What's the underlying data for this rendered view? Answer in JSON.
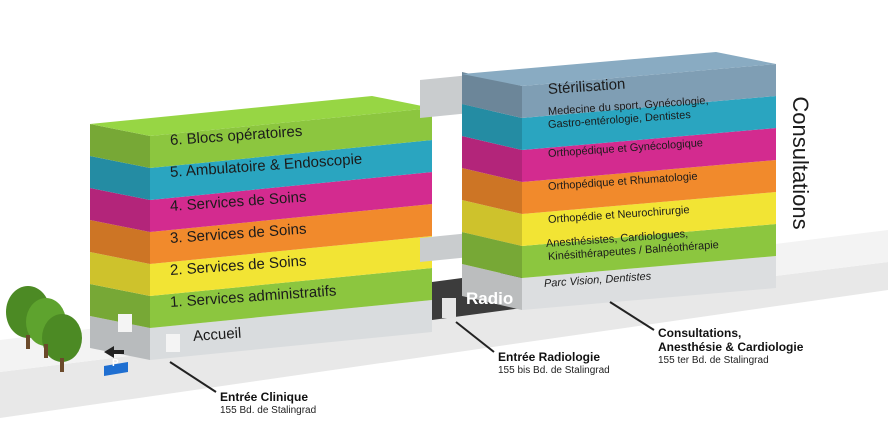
{
  "left_building": {
    "floors": [
      {
        "label": "Accueil",
        "color": "#d9dcde"
      },
      {
        "label": "1.  Services administratifs",
        "color": "#8cc63f"
      },
      {
        "label": "2.  Services de Soins",
        "color": "#f2e434"
      },
      {
        "label": "3.  Services de Soins",
        "color": "#f18a2c"
      },
      {
        "label": "4. Services de Soins",
        "color": "#d32b8f"
      },
      {
        "label": "5.  Ambulatoire  &  Endoscopie",
        "color": "#2aa5c0"
      },
      {
        "label": "6.  Blocs opératoires",
        "color": "#8cc63f"
      }
    ]
  },
  "middle": {
    "label": "Radio"
  },
  "right_building": {
    "title": "Consultations",
    "floors": [
      {
        "label": "Parc Vision, Dentistes",
        "color": "#dcdee0"
      },
      {
        "label": "Anesthésistes, Cardiologues,",
        "label2": "Kinésithérapeutes / Balnéothérapie",
        "color": "#8cc63f"
      },
      {
        "label": "Orthopédie et Neurochirurgie",
        "color": "#f2e434"
      },
      {
        "label": "Orthopédique et Rhumatologie",
        "color": "#f18a2c"
      },
      {
        "label": "Orthopédique et Gynécologique",
        "color": "#d32b8f"
      },
      {
        "label": "Medecine du sport, Gynécologie,",
        "label2": "Gastro-entérologie, Dentistes",
        "color": "#2aa5c0"
      },
      {
        "label": "Stérilisation",
        "color": "#7f9eb4"
      }
    ]
  },
  "entrances": [
    {
      "title": "Entrée Clinique",
      "address": "155 Bd. de Stalingrad"
    },
    {
      "title": "Entrée Radiologie",
      "address": "155 bis Bd. de Stalingrad"
    },
    {
      "title": "Consultations,",
      "title2": "Anesthésie & Cardiologie",
      "address": "155 ter Bd. de Stalingrad"
    }
  ],
  "parking": {
    "label": "P",
    "color": "#1f6fd1"
  }
}
